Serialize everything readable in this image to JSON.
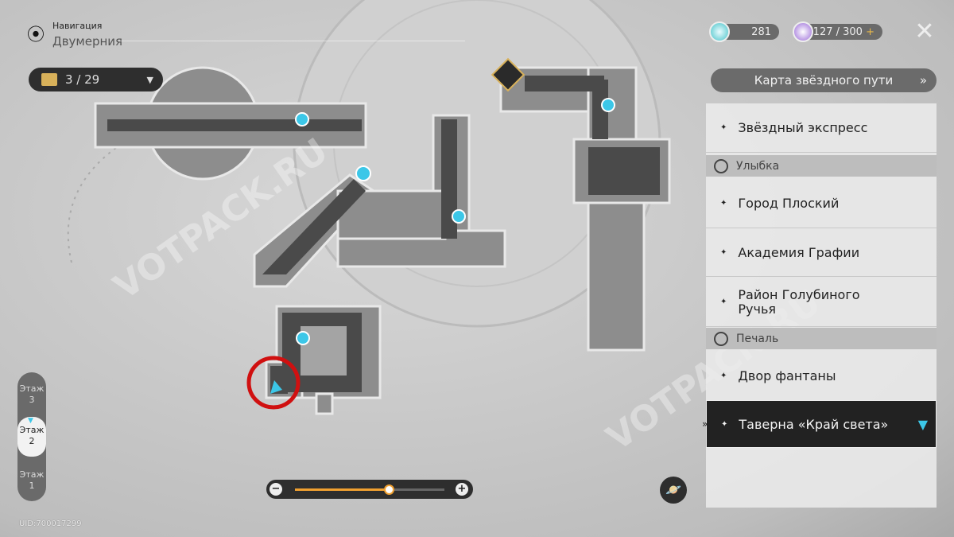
{
  "header": {
    "nav_label": "Навигация",
    "location": "Двумерния"
  },
  "chest_counter": {
    "value": "3 / 29"
  },
  "resources": [
    {
      "icon": "oneiric-shard-icon",
      "value": "281"
    },
    {
      "icon": "trailblaze-power-icon",
      "value": "127 / 300",
      "plus": "+"
    }
  ],
  "route_button": {
    "label": "Карта звёздного пути",
    "chevron": "»"
  },
  "locations": [
    {
      "type": "item",
      "label": "Звёздный экспресс"
    },
    {
      "type": "header",
      "label": "Улыбка"
    },
    {
      "type": "item",
      "label": "Город Плоский"
    },
    {
      "type": "item",
      "label": "Академия Графии"
    },
    {
      "type": "item",
      "label": "Район Голубиного Ручья"
    },
    {
      "type": "header",
      "label": "Печаль"
    },
    {
      "type": "item",
      "label": "Двор фантаны"
    },
    {
      "type": "item",
      "label": "Таверна «Край света»",
      "selected": true
    }
  ],
  "floors": [
    {
      "label": "Этаж",
      "num": "3"
    },
    {
      "label": "Этаж",
      "num": "2",
      "current": true
    },
    {
      "label": "Этаж",
      "num": "1"
    }
  ],
  "uid": "UID:700017299",
  "zoom": {
    "minus": "−",
    "plus": "+",
    "level_fraction": 0.63
  },
  "watermark": "VOTPACK.RU",
  "colors": {
    "accent": "#3cc7e8",
    "slider": "#f0a030",
    "highlight_circle": "#d01010"
  }
}
